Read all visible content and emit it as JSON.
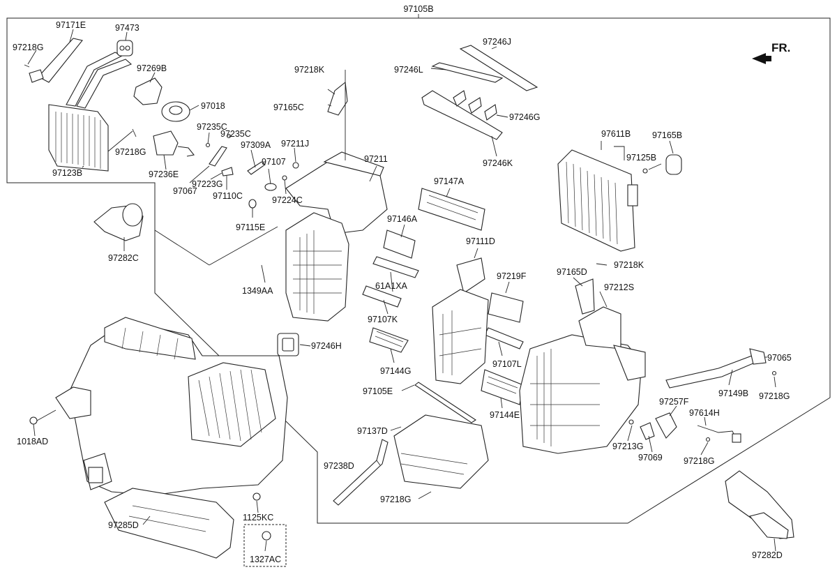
{
  "diagram": {
    "assembly_label": "97105B",
    "front_indicator": "FR.",
    "part_labels": [
      "97171E",
      "97473",
      "97218G",
      "97269B",
      "97018",
      "97218G",
      "97123B",
      "97236E",
      "97235C",
      "97235C",
      "97309A",
      "97211J",
      "97067",
      "97223G",
      "97110C",
      "97107",
      "97224C",
      "97115E",
      "97282C",
      "1349AA",
      "97218K",
      "97165C",
      "97211",
      "97246J",
      "97246L",
      "97246G",
      "97246K",
      "97147A",
      "97146A",
      "97111D",
      "61A1XA",
      "97107K",
      "97219F",
      "97165D",
      "97212S",
      "97611B",
      "97165B",
      "97125B",
      "97218K",
      "97246H",
      "97144G",
      "97107L",
      "97105E",
      "97144E",
      "97065",
      "97149B",
      "97218G",
      "97257F",
      "97614H",
      "97213G",
      "97069",
      "97218G",
      "97137D",
      "97238D",
      "97218G",
      "1018AD",
      "1125KC",
      "97285D",
      "1327AC",
      "97282D"
    ]
  }
}
